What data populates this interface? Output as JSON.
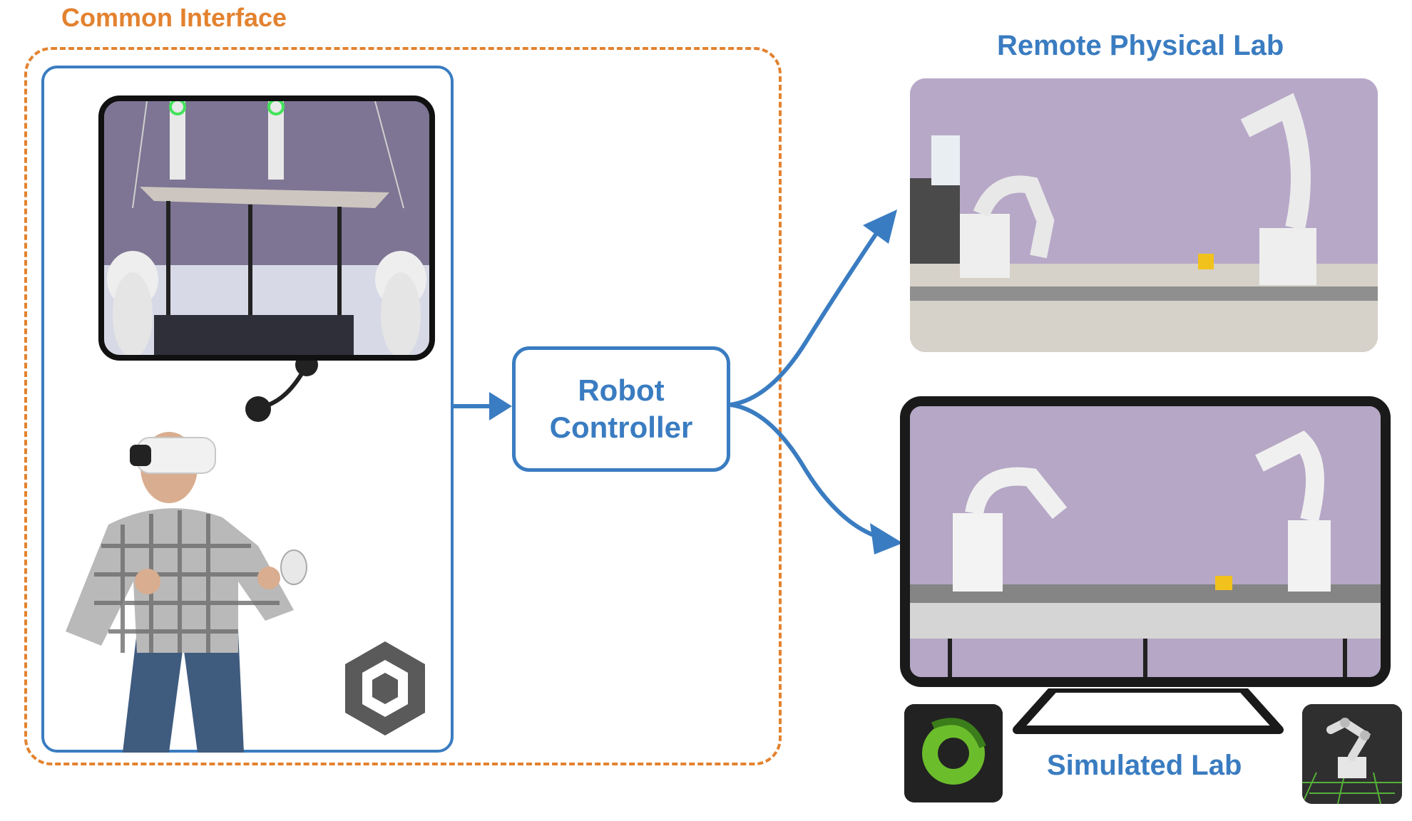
{
  "labels": {
    "common_interface": "Common Interface",
    "remote_physical_lab": "Remote Physical Lab",
    "simulated_lab": "Simulated Lab"
  },
  "controller": {
    "line1": "Robot",
    "line2": "Controller"
  },
  "colors": {
    "orange_accent": "#e3822f",
    "blue_accent": "#3a7cc1"
  },
  "icons": {
    "unity": "unity-logo-icon",
    "gazebo": "gazebo-logo-icon",
    "ros": "robot-arm-sim-icon"
  }
}
